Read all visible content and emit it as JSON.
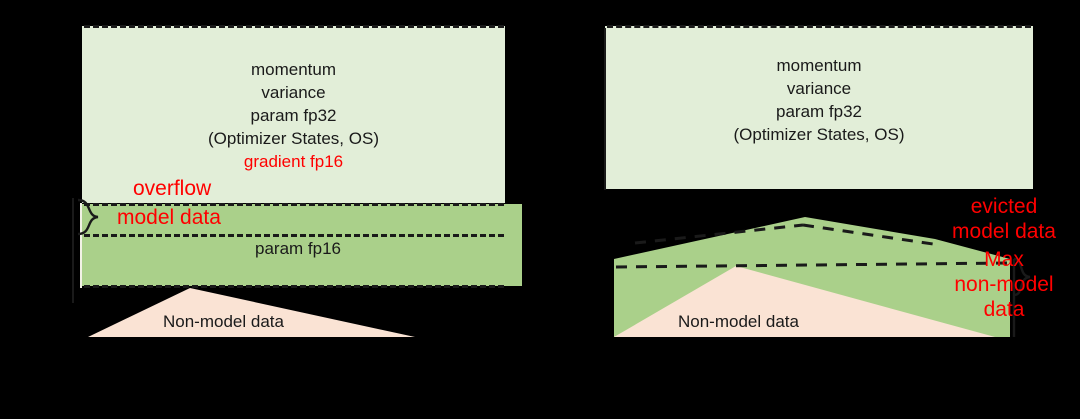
{
  "diagram": {
    "title": "Model data and non-model data memory layout comparison",
    "colors": {
      "light_green": "#e2eed8",
      "dark_green": "#aad08a",
      "pink": "#fae3d4",
      "red_text": "#ff0000",
      "dark_text": "#1a1a1a",
      "background": "#000000"
    }
  },
  "left_panel": {
    "optimizer_box": {
      "lines": [
        {
          "text": "momentum",
          "color": "dark"
        },
        {
          "text": "variance",
          "color": "dark"
        },
        {
          "text": "param fp32",
          "color": "dark"
        },
        {
          "text": "(Optimizer States, OS)",
          "color": "dark"
        },
        {
          "text": "gradient fp16",
          "color": "red"
        }
      ]
    },
    "overflow_label": "overflow",
    "model_data_label": "model data",
    "param_label": "param fp16",
    "non_model_data_label": "Non-model data"
  },
  "right_panel": {
    "optimizer_box": {
      "lines": [
        {
          "text": "momentum",
          "color": "dark"
        },
        {
          "text": "variance",
          "color": "dark"
        },
        {
          "text": "param fp32",
          "color": "dark"
        },
        {
          "text": "(Optimizer States, OS)",
          "color": "dark"
        }
      ]
    },
    "evicted_label_line1": "evicted",
    "evicted_label_line2": "model data",
    "max_non_model_line1": "Max",
    "max_non_model_line2": "non-model",
    "max_non_model_line3": "data",
    "non_model_data_label": "Non-model data"
  }
}
